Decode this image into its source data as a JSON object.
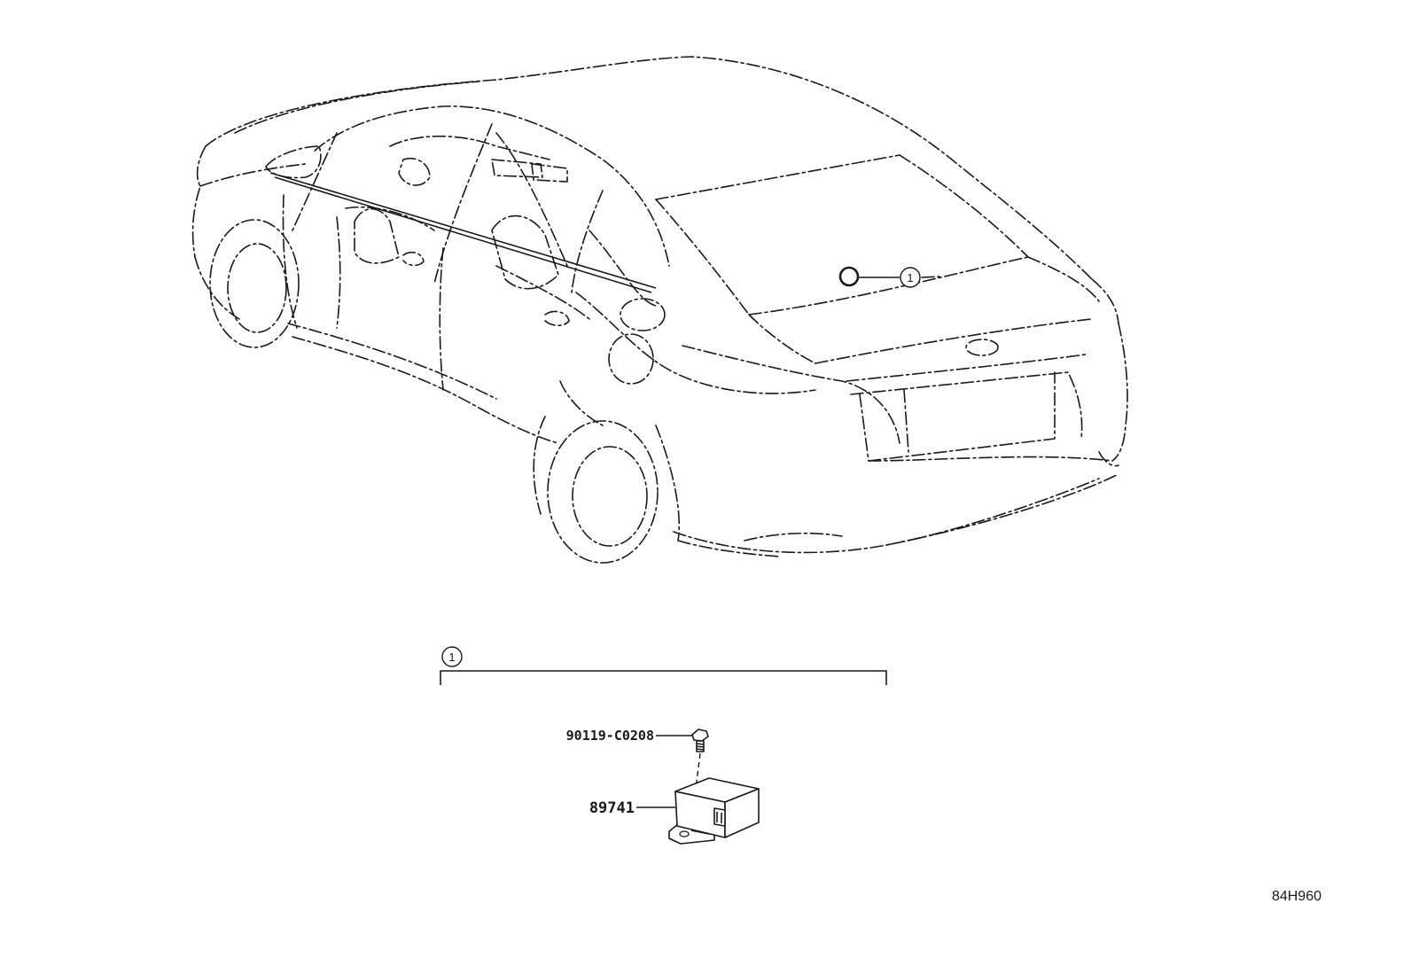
{
  "callouts": {
    "car_marker_number": "1",
    "group_number": "1"
  },
  "parts": {
    "bolt_number": "90119-C0208",
    "module_number": "89741"
  },
  "diagram_ref": "84H960"
}
